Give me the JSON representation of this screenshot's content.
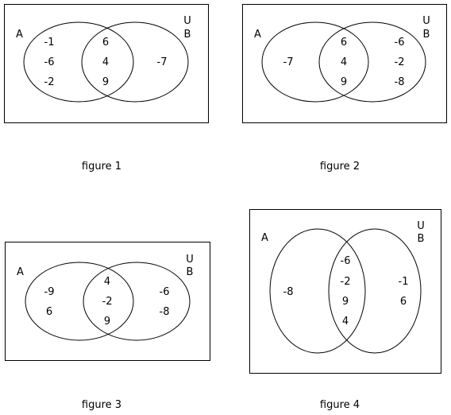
{
  "figures": [
    {
      "caption": "figure 1",
      "label_a": "A",
      "label_u": "U",
      "label_b": "B",
      "only_a": [
        "-1",
        "-6",
        "-2"
      ],
      "both": [
        "6",
        "4",
        "9"
      ],
      "only_b": [
        "-7"
      ]
    },
    {
      "caption": "figure 2",
      "label_a": "A",
      "label_u": "U",
      "label_b": "B",
      "only_a": [
        "-7"
      ],
      "both": [
        "6",
        "4",
        "9"
      ],
      "only_b": [
        "-6",
        "-2",
        "-8"
      ]
    },
    {
      "caption": "figure 3",
      "label_a": "A",
      "label_u": "U",
      "label_b": "B",
      "only_a": [
        "-9",
        "6"
      ],
      "both": [
        "4",
        "-2",
        "9"
      ],
      "only_b": [
        "-6",
        "-8"
      ]
    },
    {
      "caption": "figure 4",
      "label_a": "A",
      "label_u": "U",
      "label_b": "B",
      "only_a": [
        "-8"
      ],
      "both": [
        "-6",
        "-2",
        "9",
        "4"
      ],
      "only_b": [
        "-1",
        "6"
      ]
    }
  ]
}
